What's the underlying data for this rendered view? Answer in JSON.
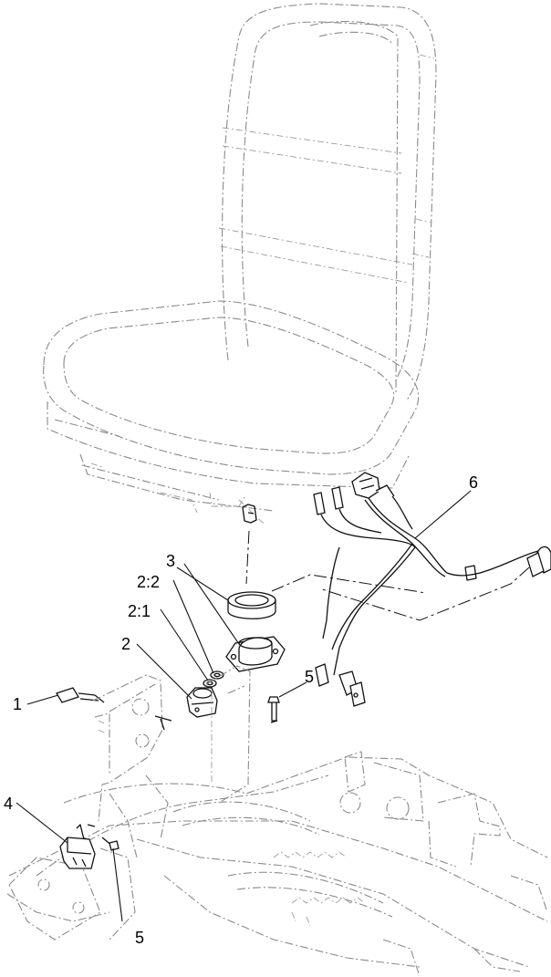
{
  "callouts": {
    "c1": "1",
    "c2": "2",
    "c2_1": "2:1",
    "c2_2": "2:2",
    "c3": "3",
    "c4": "4",
    "c5a": "5",
    "c5b": "5",
    "c6": "6"
  },
  "colors": {
    "ink": "#111111",
    "phantom": "#8a8a8a",
    "background": "#ffffff"
  }
}
